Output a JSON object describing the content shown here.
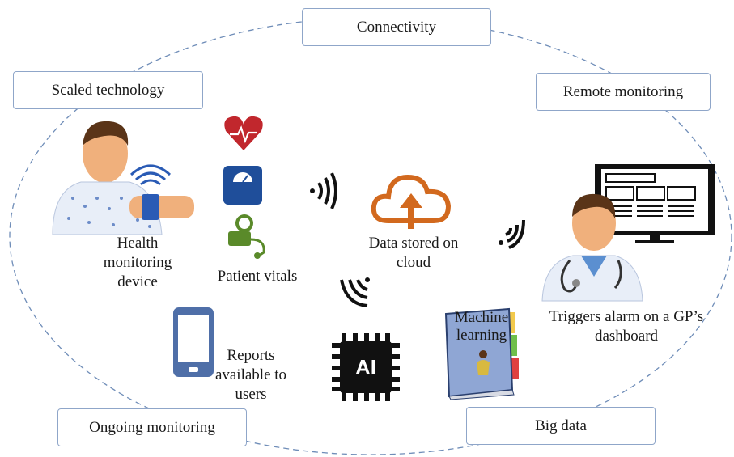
{
  "boxes": {
    "connectivity": "Connectivity",
    "scaled_technology": "Scaled technology",
    "remote_monitoring": "Remote monitoring",
    "ongoing_monitoring": "Ongoing monitoring",
    "big_data": "Big data"
  },
  "labels": {
    "health_device": [
      "Health",
      "monitoring",
      "device"
    ],
    "patient_vitals": "Patient vitals",
    "cloud": [
      "Data stored on",
      "cloud"
    ],
    "gp": [
      "Triggers alarm on a GP’s",
      "dashboard"
    ],
    "machine_learning": [
      "Machine",
      "learning"
    ],
    "reports": [
      "Reports",
      "available to",
      "users"
    ],
    "ai_chip": "AI"
  },
  "colors": {
    "ellipse": "#6f8db8",
    "heart": "#c1272d",
    "scale": "#1f4e9a",
    "bp": "#5a8a2a",
    "cloud": "#d2691e",
    "phone": "#4f6fa8",
    "book": "#8fa6d4",
    "chip": "#111111"
  }
}
